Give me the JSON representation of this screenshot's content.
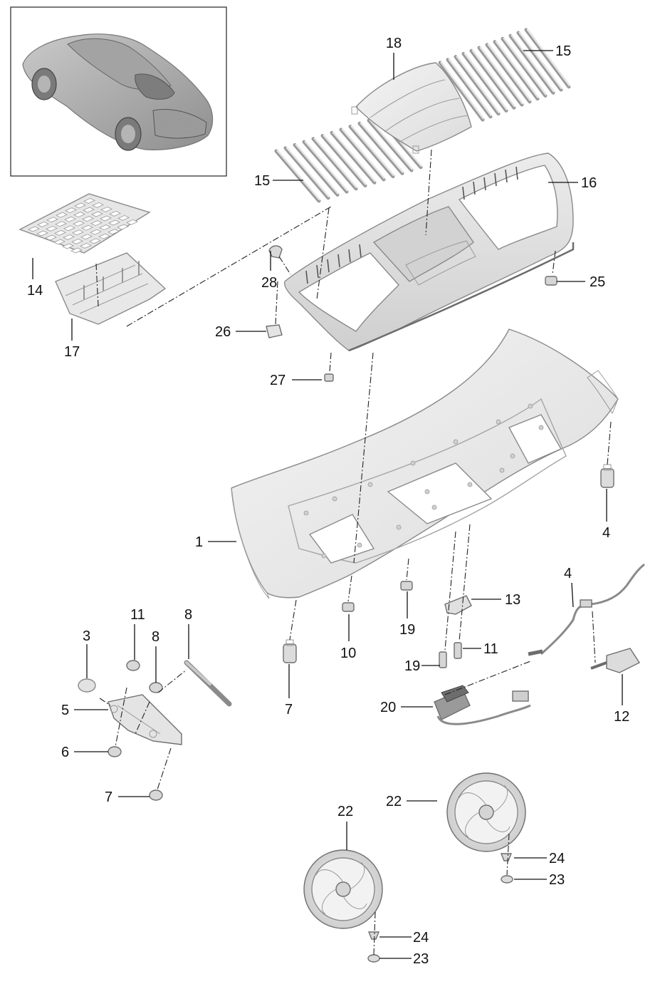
{
  "diagram": {
    "callouts": [
      {
        "id": "c18",
        "label": "18"
      },
      {
        "id": "c15a",
        "label": "15"
      },
      {
        "id": "c15b",
        "label": "15"
      },
      {
        "id": "c16",
        "label": "16"
      },
      {
        "id": "c14",
        "label": "14"
      },
      {
        "id": "c17",
        "label": "17"
      },
      {
        "id": "c28",
        "label": "28"
      },
      {
        "id": "c25",
        "label": "25"
      },
      {
        "id": "c26",
        "label": "26"
      },
      {
        "id": "c27",
        "label": "27"
      },
      {
        "id": "c1",
        "label": "1"
      },
      {
        "id": "c4a",
        "label": "4"
      },
      {
        "id": "c4b",
        "label": "4"
      },
      {
        "id": "c13",
        "label": "13"
      },
      {
        "id": "c10",
        "label": "10"
      },
      {
        "id": "c19a",
        "label": "19"
      },
      {
        "id": "c19b",
        "label": "19"
      },
      {
        "id": "c11a",
        "label": "11"
      },
      {
        "id": "c11b",
        "label": "11"
      },
      {
        "id": "c8a",
        "label": "8"
      },
      {
        "id": "c8b",
        "label": "8"
      },
      {
        "id": "c3",
        "label": "3"
      },
      {
        "id": "c5",
        "label": "5"
      },
      {
        "id": "c6",
        "label": "6"
      },
      {
        "id": "c7a",
        "label": "7"
      },
      {
        "id": "c7b",
        "label": "7"
      },
      {
        "id": "c20",
        "label": "20"
      },
      {
        "id": "c12",
        "label": "12"
      },
      {
        "id": "c22a",
        "label": "22"
      },
      {
        "id": "c22b",
        "label": "22"
      },
      {
        "id": "c24a",
        "label": "24"
      },
      {
        "id": "c23a",
        "label": "23"
      },
      {
        "id": "c24b",
        "label": "24"
      },
      {
        "id": "c23b",
        "label": "23"
      }
    ]
  },
  "colors": {
    "part_fill": "#ececec",
    "part_shade": "#d6d6d6",
    "part_stroke": "#8a8a8a",
    "ink": "#111111"
  }
}
